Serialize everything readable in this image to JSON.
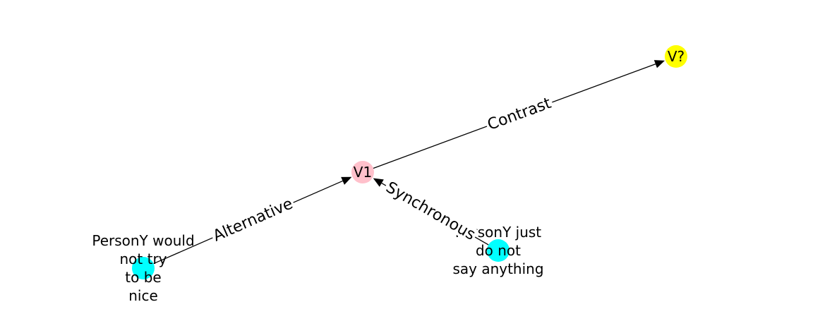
{
  "graph": {
    "nodes": [
      {
        "id": "v1",
        "label": "V1",
        "color": "#ffc0cb"
      },
      {
        "id": "vq",
        "label": "V?",
        "color": "#ffff00"
      },
      {
        "id": "n_nice",
        "label": "PersonY would\nnot try\nto be\nnice",
        "color": "#00ffff"
      },
      {
        "id": "n_say",
        "label": "PersonY just\ndo not\nsay anything",
        "color": "#00ffff"
      }
    ],
    "edges": [
      {
        "id": "e_contrast",
        "from": "v1",
        "to": "vq",
        "label": "Contrast"
      },
      {
        "id": "e_alternative",
        "from": "n_nice",
        "to": "v1",
        "label": "Alternative"
      },
      {
        "id": "e_synchronous",
        "from": "n_say",
        "to": "v1",
        "label": "Synchronous"
      }
    ]
  }
}
